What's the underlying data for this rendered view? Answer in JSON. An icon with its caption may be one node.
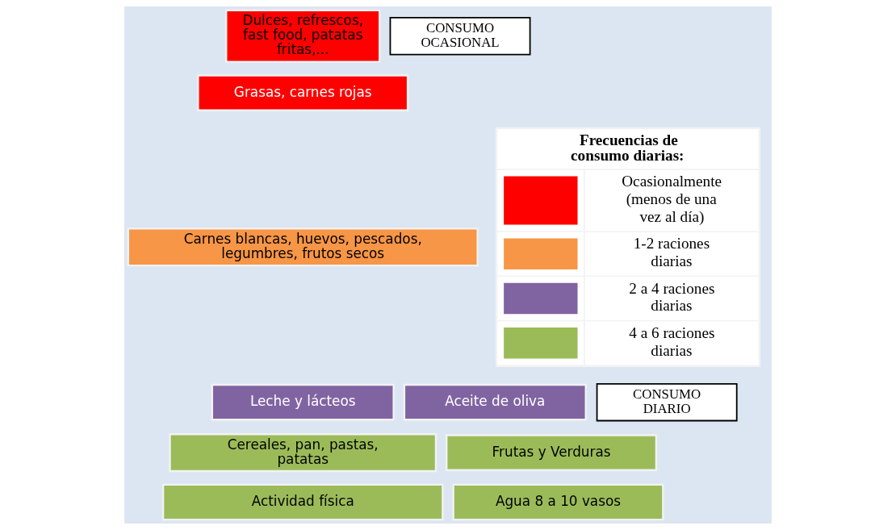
{
  "diagram": {
    "nodes": [
      {
        "text": [
          "Dulces, refrescos, fast food, patatas fritas,..."
        ]
      },
      {
        "text": [
          "Grasas, carnes rojas"
        ]
      },
      {
        "text": [
          "Carnes blancas, huevos, pescados, legumbres, frutos secos"
        ]
      },
      {
        "text": [
          "Leche y lácteos"
        ]
      },
      {
        "text": [
          "Aceite de oliva"
        ]
      },
      {
        "text": [
          "Cereales, pan, pastas, patatas"
        ]
      },
      {
        "text": [
          "Frutas y Verduras"
        ]
      },
      {
        "text": [
          "Actividad física"
        ]
      },
      {
        "text": [
          "Agua 8 a 10 vasos"
        ]
      },
      {
        "text": [
          "CONSUMO OCASIONAL"
        ]
      },
      {
        "text": [
          "CONSUMO DIARIO"
        ]
      }
    ],
    "edges": [],
    "labels": [
      "Frecuencias de consumo diarias:"
    ],
    "legend": [
      {
        "text": "Ocasionalmente (menos de una vez al día)",
        "color": "#ff0000"
      },
      {
        "text": "1-2 raciones diarias",
        "color": "#f79646"
      },
      {
        "text": "2 a 4 raciones diarias",
        "color": "#8064a2"
      },
      {
        "text": "4 a 6 raciones diarias",
        "color": "#9bbb59"
      }
    ]
  }
}
